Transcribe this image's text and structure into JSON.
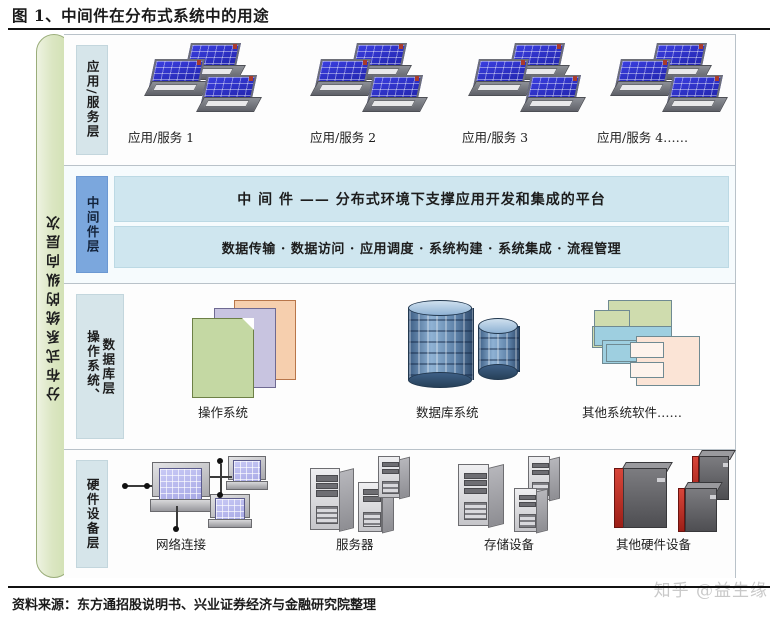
{
  "figure": {
    "title": "图 1、中间件在分布式系统中的用途",
    "vertical_banner": "分布式系统的纵向层次",
    "source": "资料来源：东方通招股说明书、兴业证券经济与金融研究院整理",
    "watermark": "知乎 @益生缘",
    "colors": {
      "banner_green": "#cfdfb0",
      "chip_blue": "#d6e5ea",
      "middleware_chip": "#7ba7dd",
      "middleware_band": "#cfe6ef",
      "frame_border": "#b9c2c9"
    }
  },
  "layers": [
    {
      "id": "application",
      "chip_label": "应用/服务层",
      "items": [
        {
          "label": "应用/服务 1"
        },
        {
          "label": "应用/服务 2"
        },
        {
          "label": "应用/服务 3"
        },
        {
          "label": "应用/服务 4……"
        }
      ]
    },
    {
      "id": "middleware",
      "chip_label": "中间件层",
      "headline": "中  间  件 —— 分布式环境下支撑应用开发和集成的平台",
      "capabilities": "数据传输 · 数据访问 · 应用调度 · 系统构建 · 系统集成 · 流程管理"
    },
    {
      "id": "os_database",
      "chip_label_right": "数据库层",
      "chip_label_left": "操作系统、",
      "items": [
        {
          "label": "操作系统"
        },
        {
          "label": "数据库系统"
        },
        {
          "label": "其他系统软件……"
        }
      ]
    },
    {
      "id": "hardware",
      "chip_label": "硬件设备层",
      "items": [
        {
          "label": "网络连接"
        },
        {
          "label": "服务器"
        },
        {
          "label": "存储设备"
        },
        {
          "label": "其他硬件设备"
        }
      ]
    }
  ]
}
